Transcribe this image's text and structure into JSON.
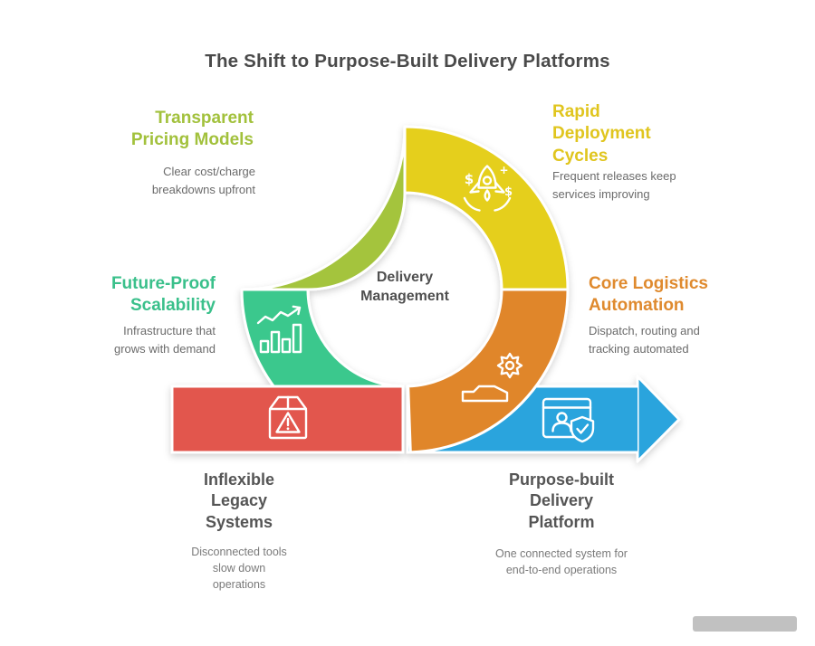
{
  "title": "The Shift to Purpose-Built Delivery Platforms",
  "center_label": "Delivery\nManagement",
  "sections": {
    "pricing": {
      "heading": "Transparent\nPricing Models",
      "body": "Clear cost/charge\nbreakdowns upfront",
      "accent": "#a2c13c"
    },
    "deployment": {
      "heading": "Rapid\nDeployment\nCycles",
      "body": "Frequent releases keep\nservices improving",
      "accent": "#e0c51e"
    },
    "scalability": {
      "heading": "Future-Proof\nScalability",
      "body": "Infrastructure that\ngrows with demand",
      "accent": "#3ac08b"
    },
    "automation": {
      "heading": "Core Logistics\nAutomation",
      "body": "Dispatch, routing and\ntracking automated",
      "accent": "#df8a2e"
    }
  },
  "bottom": {
    "legacy": {
      "heading": "Inflexible\nLegacy\nSystems",
      "body": "Disconnected tools\nslow down\noperations"
    },
    "modern": {
      "heading": "Purpose-built\nDelivery\nPlatform",
      "body": "One connected system for\nend-to-end operations"
    }
  },
  "icon_glyphs": {
    "dollar": "$",
    "plus": "+"
  },
  "loop_colors": {
    "green": "#a4c43e",
    "yellow": "#e5cf1f",
    "teal": "#3bc88d",
    "orange": "#e0862c",
    "red": "#e2574e",
    "blue": "#29a4dd"
  }
}
